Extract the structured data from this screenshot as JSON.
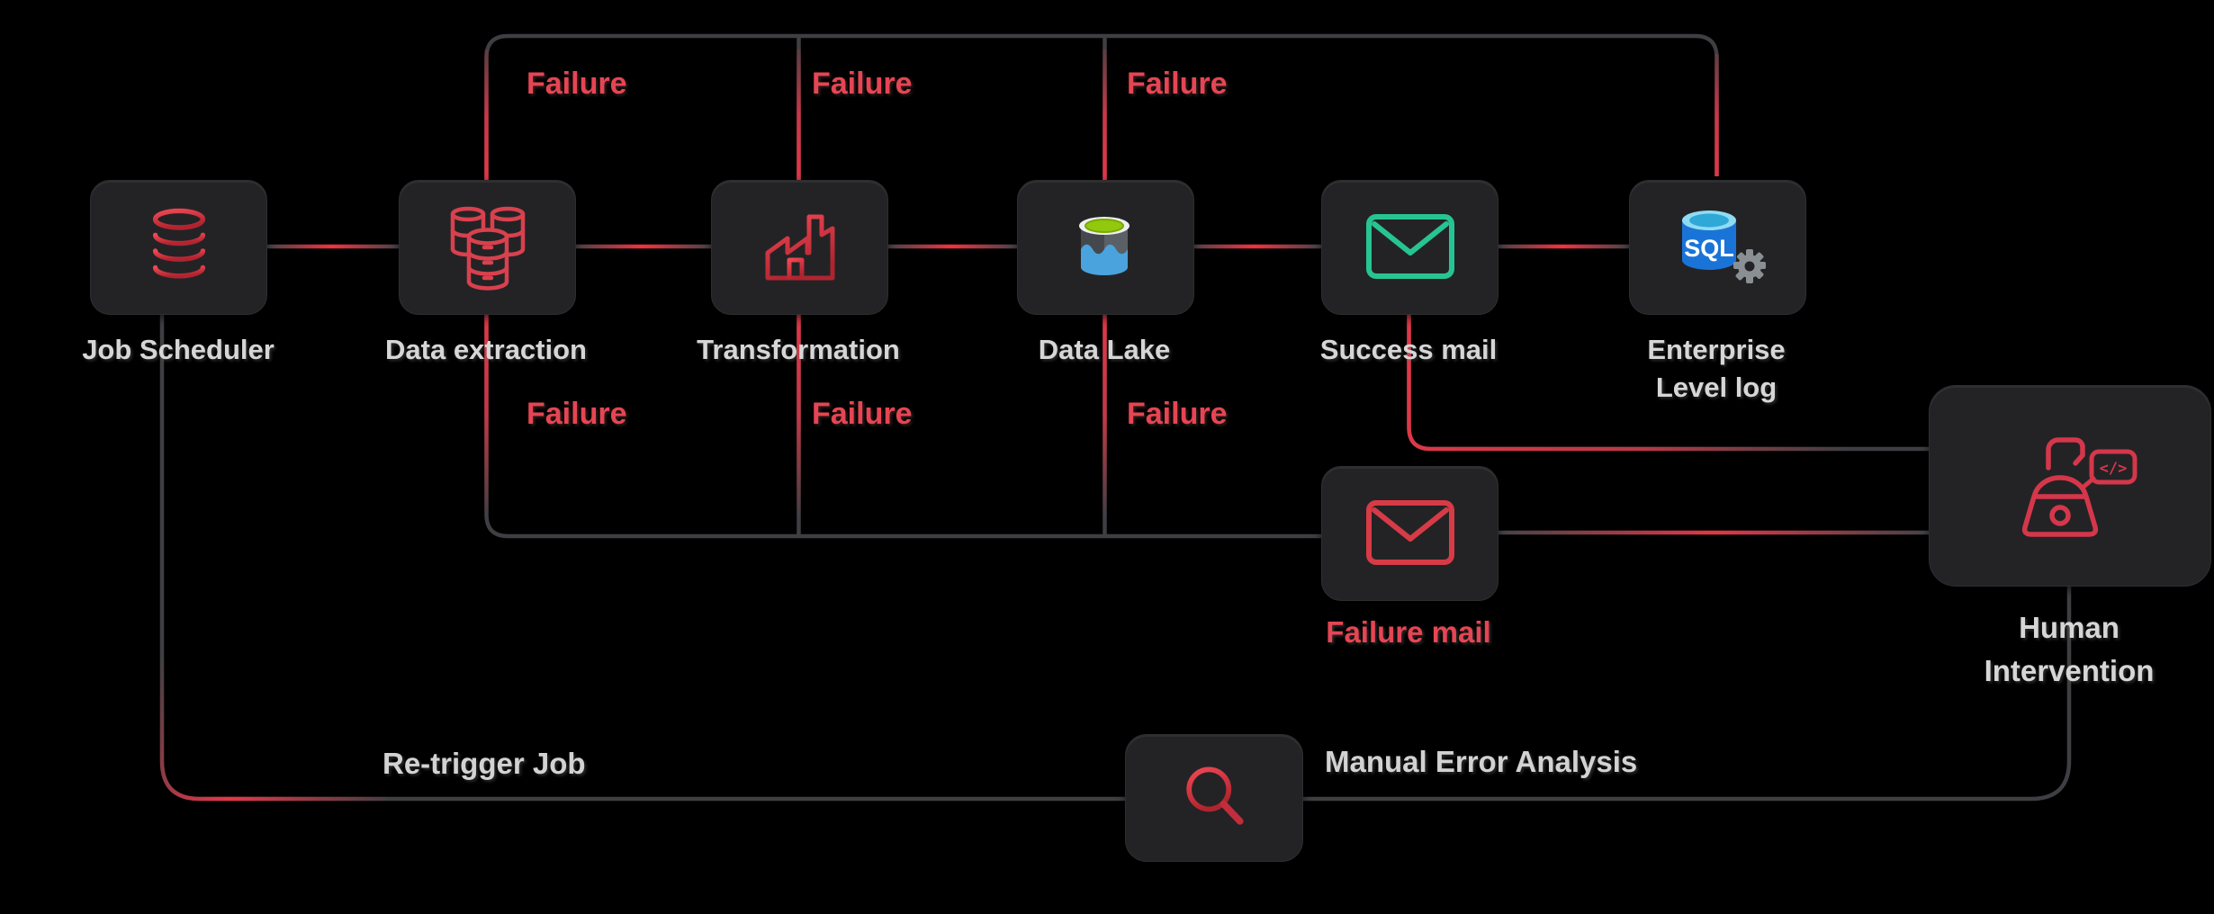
{
  "nodes": {
    "job_scheduler": {
      "label": "Job Scheduler",
      "icon": "database-icon"
    },
    "data_extraction": {
      "label": "Data extraction",
      "icon": "multi-database-icon"
    },
    "transformation": {
      "label": "Transformation",
      "icon": "factory-icon"
    },
    "data_lake": {
      "label": "Data Lake",
      "icon": "azure-data-lake-icon"
    },
    "success_mail": {
      "label": "Success mail",
      "icon": "envelope-icon-green"
    },
    "level_log": {
      "label_line1": "Enterprise",
      "label_line2": "Level log",
      "icon": "sql-database-gear-icon",
      "sql_text": "SQL"
    },
    "failure_mail": {
      "label": "Failure mail",
      "icon": "envelope-icon-red"
    },
    "human_intervention": {
      "label_line1": "Human",
      "label_line2": "Intervention",
      "icon": "person-laptop-code-icon",
      "code_text": "</>"
    },
    "manual_error_analysis": {
      "label": "Manual Error Analysis",
      "icon": "magnifier-icon"
    }
  },
  "edge_labels": {
    "failure": [
      "Failure",
      "Failure",
      "Failure",
      "Failure",
      "Failure",
      "Failure"
    ],
    "retrigger_job": "Re-trigger Job"
  },
  "colors": {
    "background": "#000000",
    "node_bg": "#232326",
    "accent_red": "#e23747",
    "failure_text_red": "#e64553",
    "success_green": "#27c493",
    "azure_blue": "#1a74d8",
    "lake_blue": "#4aa3dd",
    "lake_green": "#93c90c",
    "wire_gray": "#3f3f43",
    "label_gray": "#d6d6d6"
  }
}
